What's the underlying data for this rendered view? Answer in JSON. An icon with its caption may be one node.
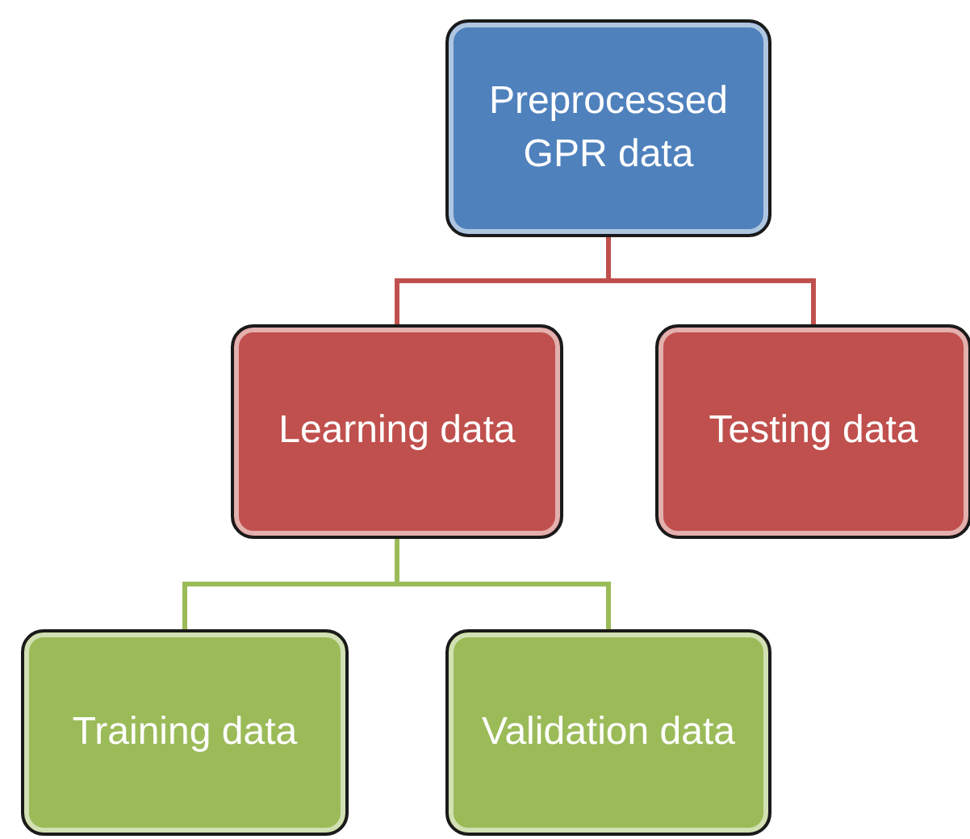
{
  "diagram": {
    "nodes": [
      {
        "text": [
          "Preprocessed GPR data"
        ]
      },
      {
        "text": [
          "Learning data"
        ]
      },
      {
        "text": [
          "Testing data"
        ]
      },
      {
        "text": [
          "Training data"
        ]
      },
      {
        "text": [
          "Validation data"
        ]
      }
    ],
    "edges": [
      {
        "from": 0,
        "to": 1,
        "arrow": "none",
        "color": "#c0504d"
      },
      {
        "from": 0,
        "to": 2,
        "arrow": "none",
        "color": "#c0504d"
      },
      {
        "from": 1,
        "to": 3,
        "arrow": "none",
        "color": "#9bbb59"
      },
      {
        "from": 1,
        "to": 4,
        "arrow": "none",
        "color": "#9bbb59"
      }
    ]
  }
}
